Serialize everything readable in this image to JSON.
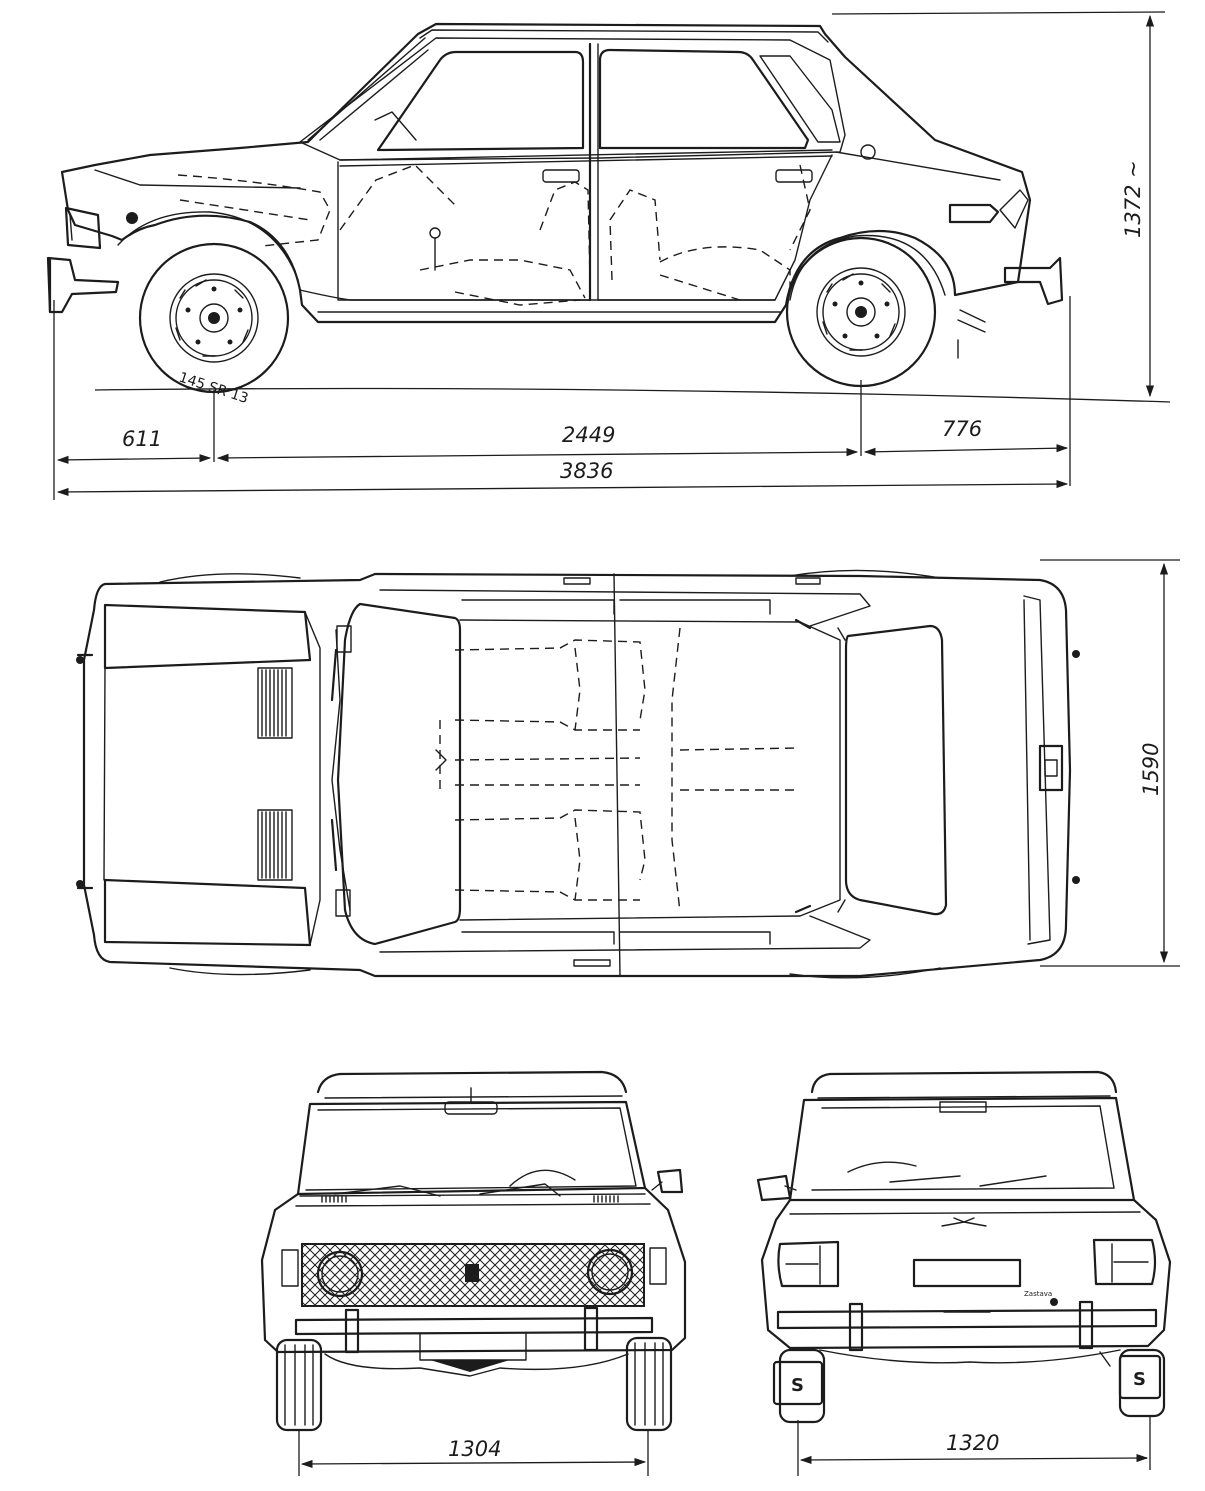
{
  "dimensions": {
    "front_overhang": "611",
    "wheelbase": "2449",
    "rear_overhang": "776",
    "overall_length": "3836",
    "height": "1372 ~",
    "overall_width": "1590",
    "front_track": "1304",
    "rear_track": "1320"
  },
  "tire_marking": "145 SR 13",
  "mudflap_letter": "S"
}
